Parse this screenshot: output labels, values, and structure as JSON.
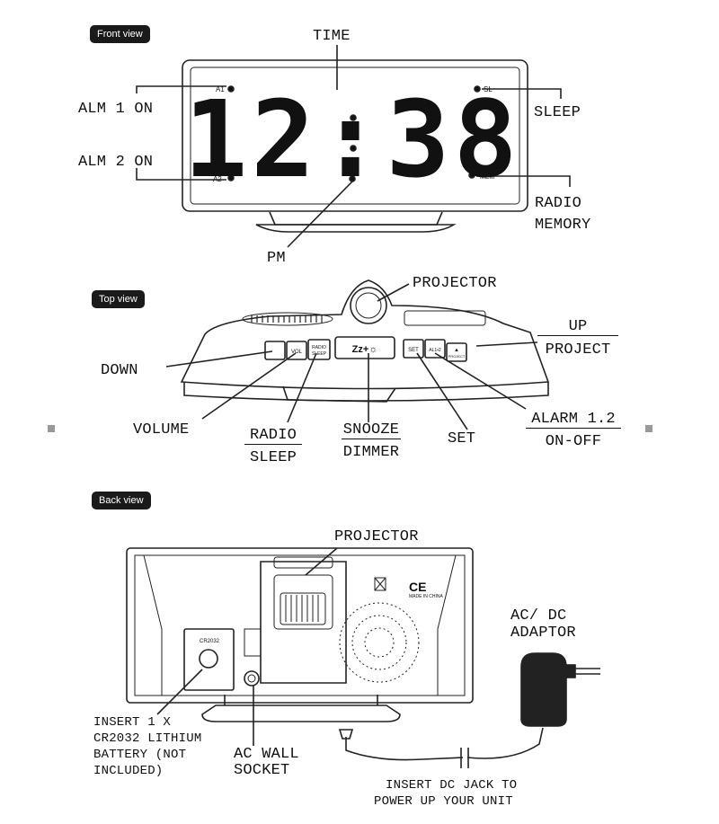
{
  "sections": {
    "front": "Front view",
    "top": "Top view",
    "back": "Back view"
  },
  "front": {
    "display_time": "12:38",
    "display_indicators": {
      "a1": "A1",
      "a2": "A2",
      "sl": "SL",
      "mem": "MEM",
      "p": "P"
    },
    "labels": {
      "time": "TIME",
      "alm1": "ALM 1 ON",
      "alm2": "ALM 2 ON",
      "sleep": "SLEEP",
      "radio": "RADIO",
      "memory": "MEMORY",
      "pm": "PM"
    }
  },
  "top": {
    "buttons": {
      "vol": "VOL",
      "radio_sleep_1": "RADIO",
      "radio_sleep_2": "SLEEP",
      "snooze": "Zz+☼",
      "set": "SET",
      "al": "AL1•2",
      "up": "▲",
      "project": "PROJECT"
    },
    "labels": {
      "projector": "PROJECTOR",
      "up": "UP",
      "project": "PROJECT",
      "down": "DOWN",
      "volume": "VOLUME",
      "radio": "RADIO",
      "sleep": "SLEEP",
      "snooze": "SNOOZE",
      "dimmer": "DIMMER",
      "set": "SET",
      "alarm": "ALARM 1.2",
      "onoff": "ON-OFF"
    }
  },
  "back": {
    "battery_label": "CR2032",
    "made_in": "MADE IN CHINA",
    "ce": "CE",
    "labels": {
      "projector": "PROJECTOR",
      "adaptor1": "AC/ DC",
      "adaptor2": "ADAPTOR",
      "batt1": "INSERT 1 X",
      "batt2": "CR2032 LITHIUM",
      "batt3": "BATTERY (NOT",
      "batt4": "INCLUDED)",
      "socket1": "AC WALL",
      "socket2": "SOCKET",
      "dc1": "INSERT DC JACK TO",
      "dc2": "POWER UP YOUR UNIT"
    }
  }
}
